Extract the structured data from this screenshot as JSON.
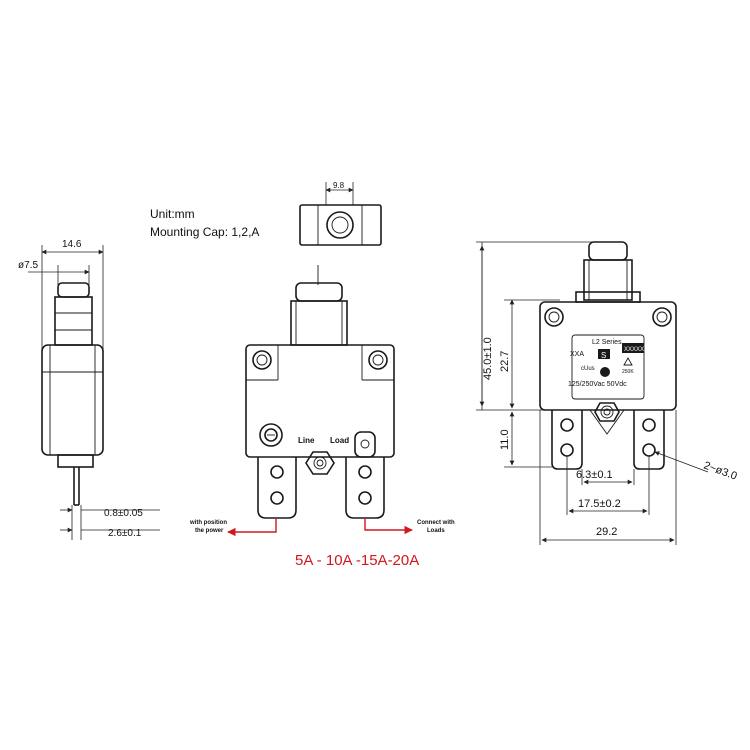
{
  "unit_label": "Unit:mm",
  "cap_label": "Mounting Cap: 1,2,A",
  "ratings": "5A - 10A -15A-20A",
  "side_view": {
    "width": "14.6",
    "diameter": "ø7.5",
    "thickness": "0.8±0.05",
    "terminal_width": "2.6±0.1"
  },
  "top_view": {
    "width": "9.8"
  },
  "front_view": {
    "line_label": "Line",
    "load_label": "Load",
    "power_note_1": "with position",
    "power_note_2": "the power",
    "loads_note_1": "Connect with",
    "loads_note_2": "Loads"
  },
  "rear_view": {
    "height_total": "45.0±1.0",
    "height_upper": "22.7",
    "height_terminal": "11.0",
    "terminal_gap": "6.3±0.1",
    "terminal_pitch": "17.5±0.2",
    "body_width": "29.2",
    "holes": "2~ø3.0",
    "series": "L2 Series",
    "amps": "XXA",
    "rating": "125/250Vac 50Vdc",
    "logo": "S",
    "mark": "XXXXXX",
    "temp": "250K",
    "ul_mark": "cUus"
  },
  "colors": {
    "accent_red": "#d0181e",
    "line": "#1a1a1a"
  }
}
